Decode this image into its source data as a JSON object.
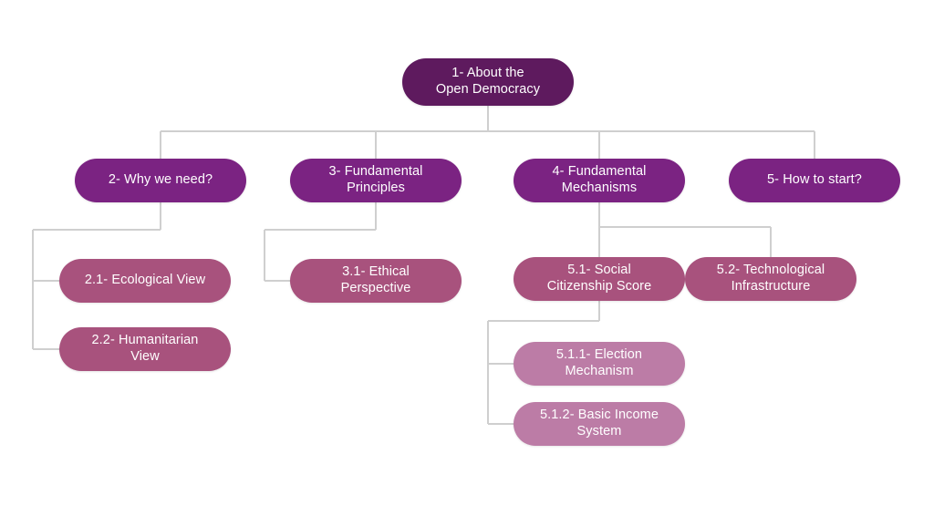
{
  "diagram": {
    "title": "Open Democracy Hierarchy",
    "type": "tree",
    "background_color": "#ffffff",
    "connector_color": "#cfcfcf",
    "palette": {
      "level1": "#5E1A5E",
      "level2": "#7B2382",
      "level3": "#A8527D",
      "level4": "#BC7CA6",
      "text": "#ffffff"
    },
    "nodes": {
      "n1": {
        "label": "1- About the\nOpen Democracy",
        "level": 1
      },
      "n2": {
        "label": "2- Why we need?",
        "level": 2
      },
      "n3": {
        "label": "3- Fundamental\nPrinciples",
        "level": 2
      },
      "n4": {
        "label": "4- Fundamental\nMechanisms",
        "level": 2
      },
      "n5": {
        "label": "5- How to start?",
        "level": 2
      },
      "n21": {
        "label": "2.1- Ecological View",
        "level": 3
      },
      "n22": {
        "label": "2.2- Humanitarian\nView",
        "level": 3
      },
      "n31": {
        "label": "3.1- Ethical\nPerspective",
        "level": 3
      },
      "n51": {
        "label": "5.1- Social\nCitizenship Score",
        "level": 3
      },
      "n52": {
        "label": "5.2- Technological\nInfrastructure",
        "level": 3
      },
      "n511": {
        "label": "5.1.1- Election\nMechanism",
        "level": 4
      },
      "n512": {
        "label": "5.1.2- Basic Income\nSystem",
        "level": 4
      }
    },
    "edges": [
      {
        "from": "n1",
        "to": "n2"
      },
      {
        "from": "n1",
        "to": "n3"
      },
      {
        "from": "n1",
        "to": "n4"
      },
      {
        "from": "n1",
        "to": "n5"
      },
      {
        "from": "n2",
        "to": "n21"
      },
      {
        "from": "n2",
        "to": "n22"
      },
      {
        "from": "n3",
        "to": "n31"
      },
      {
        "from": "n4",
        "to": "n51"
      },
      {
        "from": "n4",
        "to": "n52"
      },
      {
        "from": "n51",
        "to": "n511"
      },
      {
        "from": "n51",
        "to": "n512"
      }
    ]
  }
}
